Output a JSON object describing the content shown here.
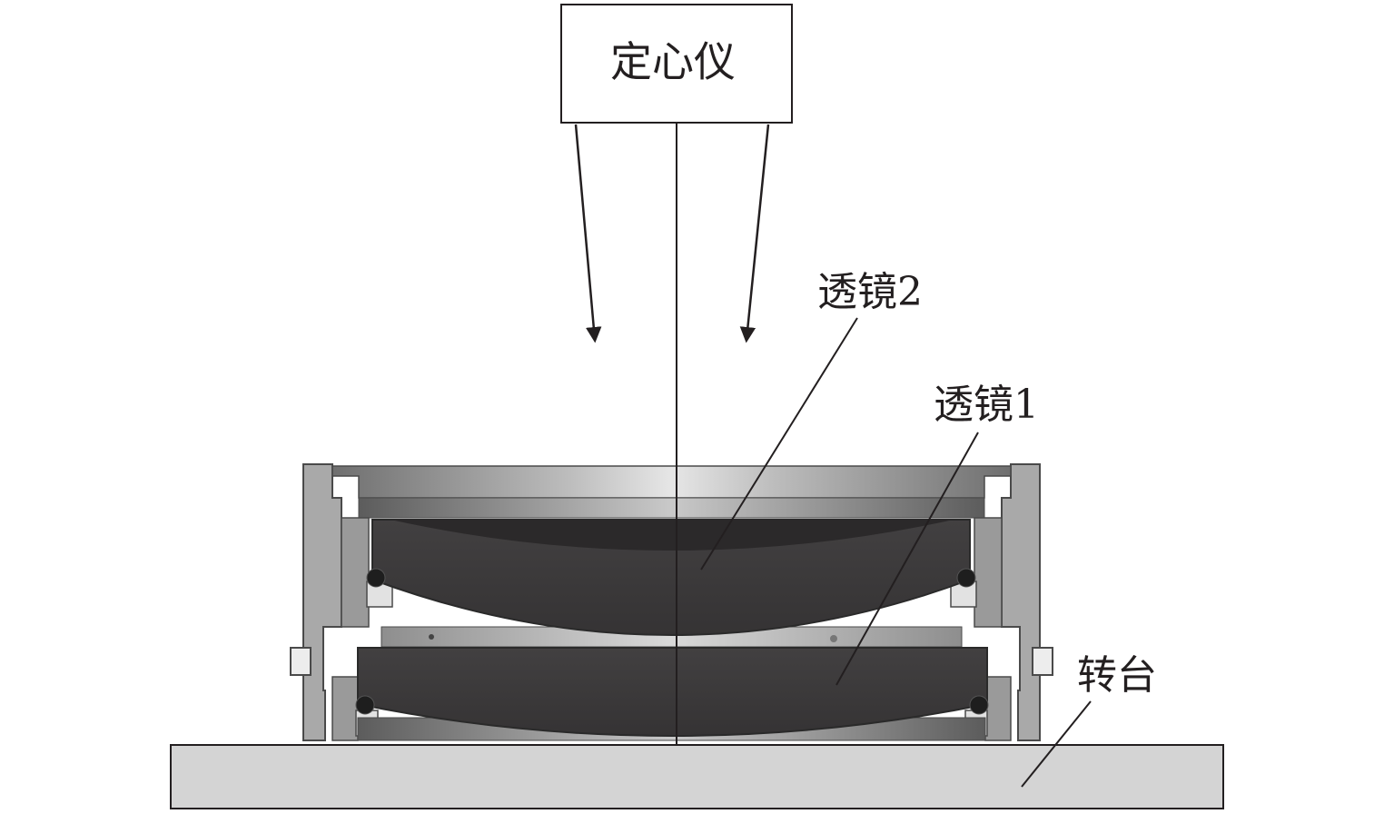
{
  "labels": {
    "centering_instrument": "定心仪",
    "lens2": "透镜2",
    "lens1": "透镜1",
    "turntable": "转台"
  }
}
